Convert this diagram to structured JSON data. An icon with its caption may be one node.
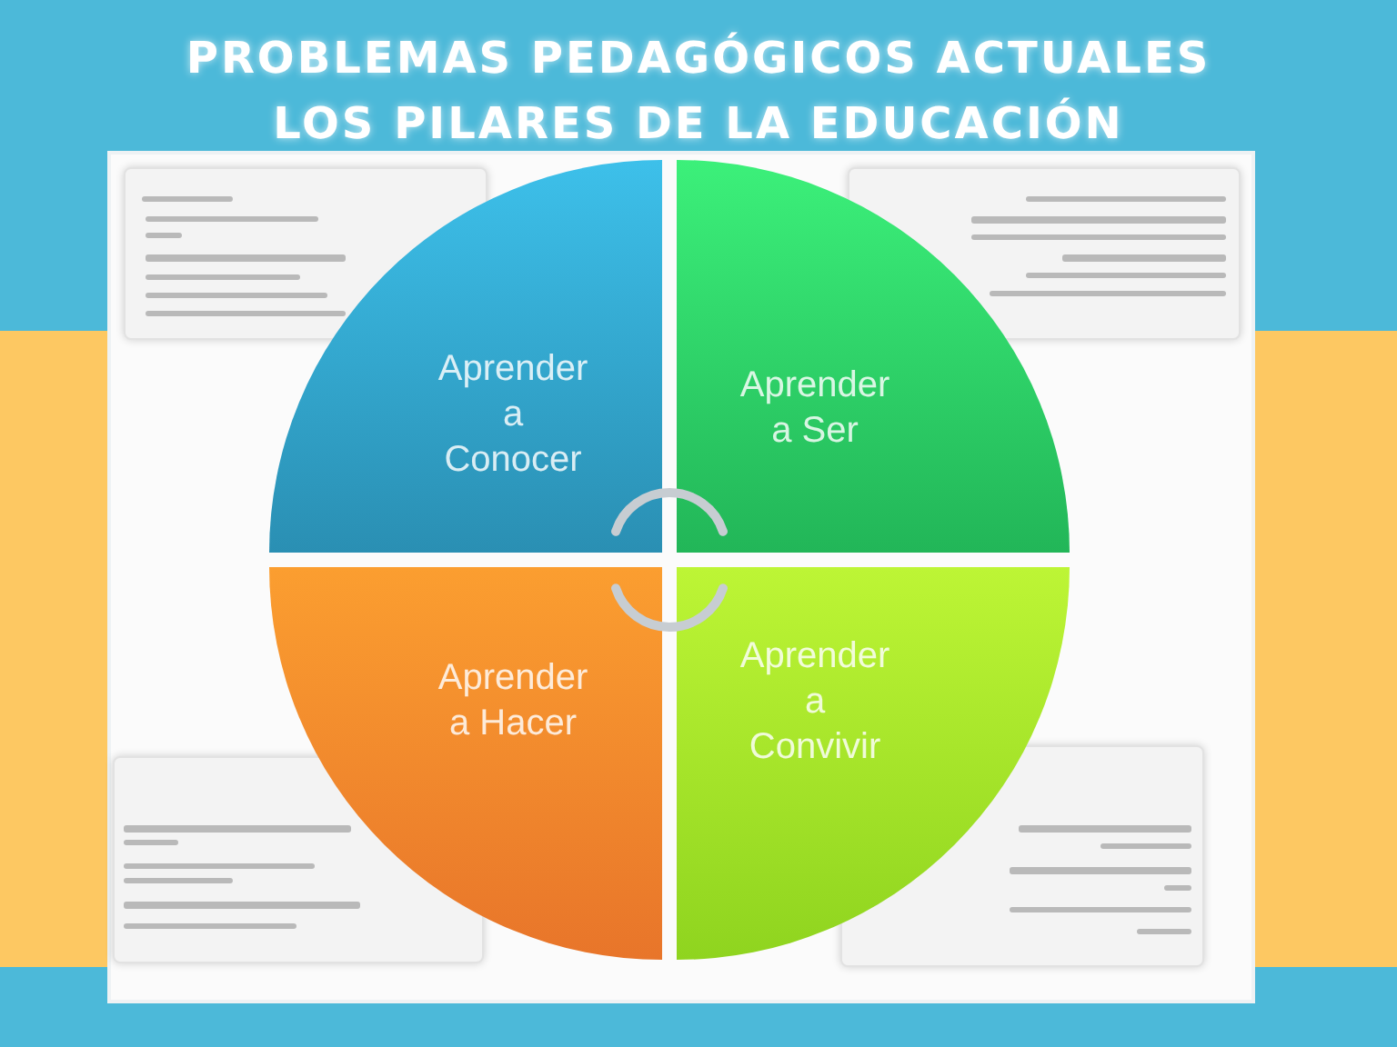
{
  "diagram": {
    "title": "PROBLEMAS PEDAGÓGICOS ACTUALES LOS PILARES DE LA EDUCACIÓN",
    "nodes": [
      {
        "text": [],
        "shape": "box"
      },
      {
        "text": [],
        "shape": "box"
      },
      {
        "text": [
          "Aprender a Conocer"
        ]
      },
      {
        "text": [
          "Aprender a Ser"
        ]
      },
      {
        "text": [
          "Aprender a Hacer"
        ]
      },
      {
        "text": [
          "Aprender a Convivir"
        ]
      },
      {
        "text": [],
        "shape": "box"
      },
      {
        "text": [],
        "shape": "box"
      }
    ],
    "edges": [
      {
        "from": 2,
        "to": 3,
        "arrow": "none"
      },
      {
        "from": 4,
        "to": 5,
        "arrow": "none"
      }
    ]
  }
}
